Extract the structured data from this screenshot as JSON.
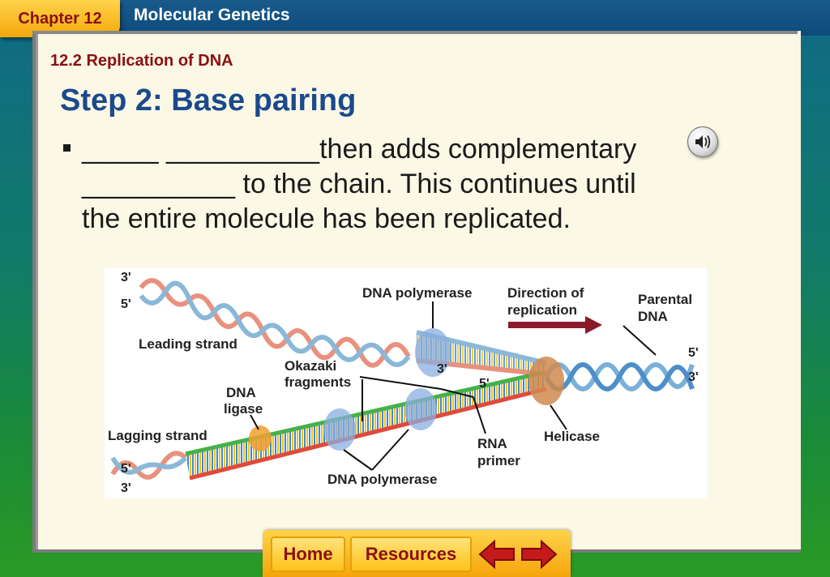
{
  "header": {
    "chapter_tab": "Chapter 12",
    "title": "Molecular Genetics"
  },
  "section": {
    "label": "12.2 Replication of DNA"
  },
  "slide": {
    "title": "Step 2: Base pairing",
    "bullet": {
      "line1": "_____ __________then adds complementary",
      "line2": "__________ to the chain.  This continues until",
      "line3": "the entire molecule has been replicated."
    }
  },
  "figure": {
    "labels": {
      "three_prime_top": "3'",
      "five_prime_top": "5'",
      "dna_polymerase_top": "DNA polymerase",
      "direction_of_replication_1": "Direction of",
      "direction_of_replication_2": "replication",
      "parental_dna_1": "Parental",
      "parental_dna_2": "DNA",
      "five_prime_right": "5'",
      "three_prime_right": "3'",
      "leading_strand": "Leading strand",
      "okazaki_1": "Okazaki",
      "okazaki_2": "fragments",
      "three_prime_mid": "3'",
      "five_prime_mid": "5'",
      "dna_ligase_1": "DNA",
      "dna_ligase_2": "ligase",
      "lagging_strand": "Lagging strand",
      "helicase": "Helicase",
      "rna_primer_1": "RNA",
      "rna_primer_2": "primer",
      "five_prime_bottom": "5'",
      "three_prime_bottom": "3'",
      "dna_polymerase_bottom": "DNA polymerase"
    }
  },
  "nav": {
    "home": "Home",
    "resources": "Resources"
  },
  "colors": {
    "chapter_text": "#8a1010",
    "title_blue": "#1a4a8c",
    "accent_orange": "#f5a80a"
  }
}
